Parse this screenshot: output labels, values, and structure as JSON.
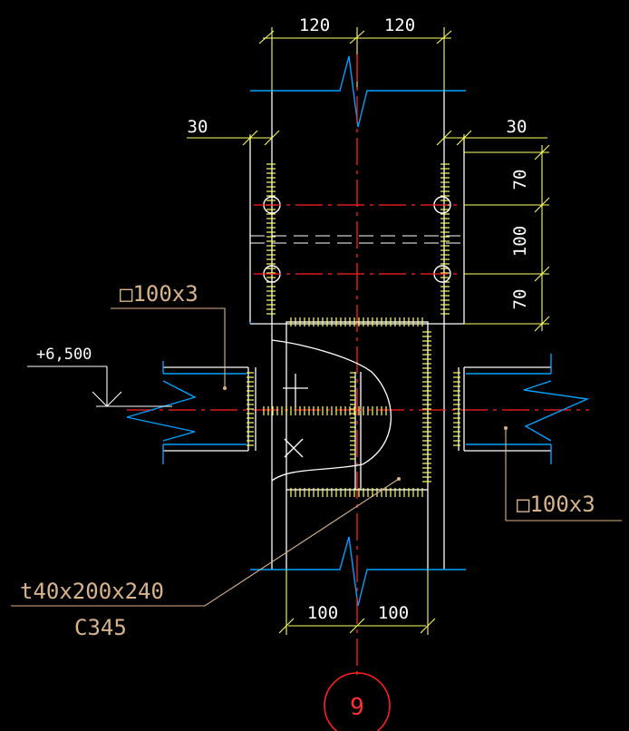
{
  "dimensions": {
    "top": [
      "120",
      "120"
    ],
    "left_offset": "30",
    "right_offset": "30",
    "right_vertical": [
      "70",
      "100",
      "70"
    ],
    "bottom": [
      "100",
      "100"
    ]
  },
  "annotations": {
    "left_tube": "□100x3",
    "right_tube": "□100x3",
    "plate_size": "t40x200x240",
    "plate_material": "C345",
    "elevation": "+6,500"
  },
  "grid": {
    "axis_label": "9"
  },
  "colors": {
    "background": "#000000",
    "outline": "#ffffff",
    "dimension": "#ffff66",
    "flange": "#00a0ff",
    "centerline": "#ff2020",
    "annotation": "#d9b48a",
    "weld": "#ffff66"
  }
}
